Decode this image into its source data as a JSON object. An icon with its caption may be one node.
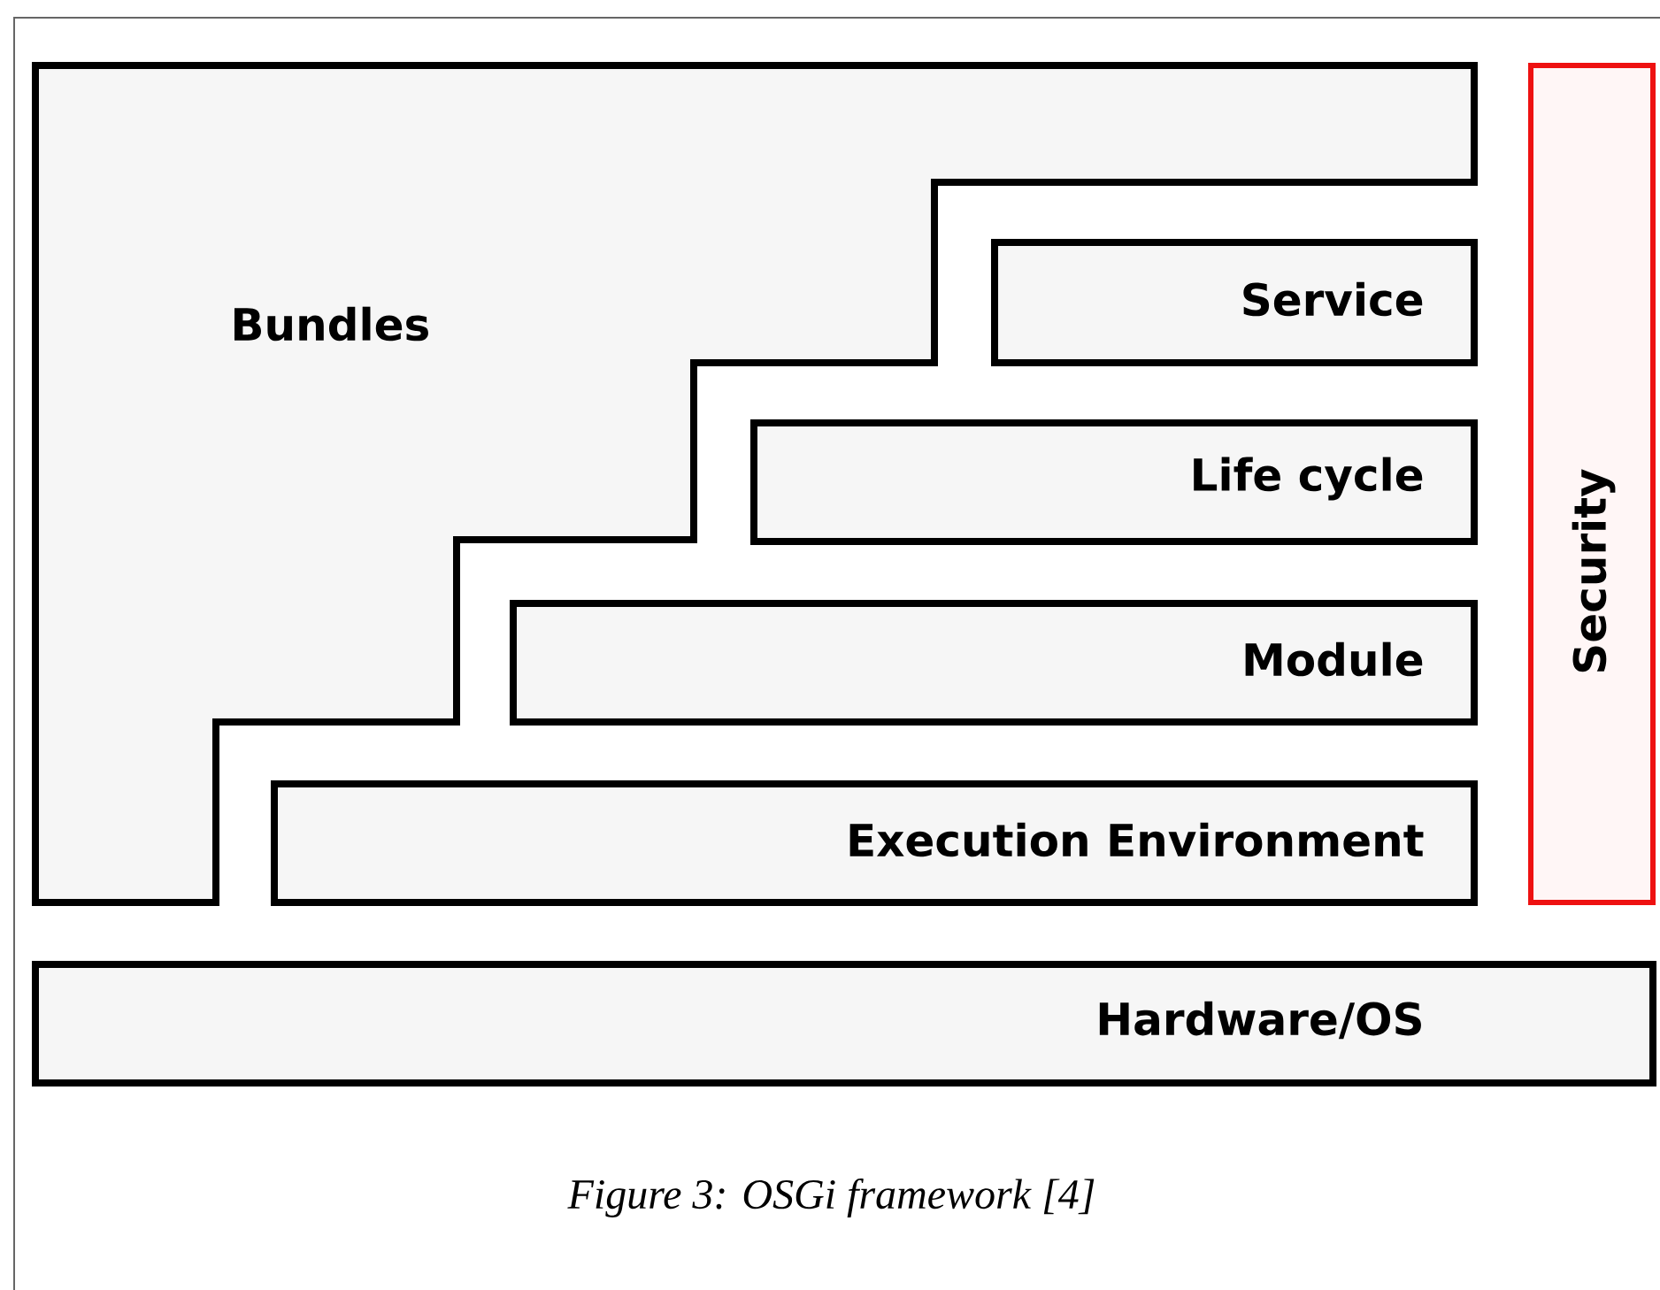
{
  "diagram": {
    "caption": "Figure 3: OSGi framework [4]",
    "nodes": [
      {
        "text": [
          "Bundles"
        ]
      },
      {
        "text": [
          "Service"
        ]
      },
      {
        "text": [
          "Life cycle"
        ]
      },
      {
        "text": [
          "Module"
        ]
      },
      {
        "text": [
          "Execution Environment"
        ]
      },
      {
        "text": [
          "Security"
        ]
      },
      {
        "text": [
          "Hardware/OS"
        ]
      }
    ]
  }
}
